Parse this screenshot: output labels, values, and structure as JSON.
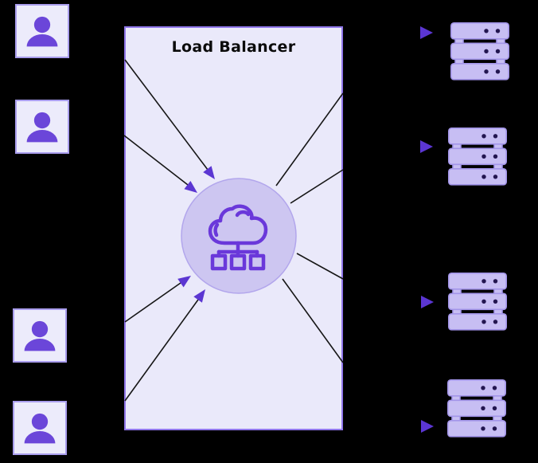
{
  "diagram": {
    "title": "Load Balancer",
    "hub": {
      "label": "Load Balancer",
      "icon": "cloud-network-icon"
    },
    "clients": [
      {
        "id": "user-1",
        "icon": "user-icon"
      },
      {
        "id": "user-2",
        "icon": "user-icon"
      },
      {
        "id": "user-3",
        "icon": "user-icon"
      },
      {
        "id": "user-4",
        "icon": "user-icon"
      }
    ],
    "servers": [
      {
        "id": "server-1",
        "icon": "server-stack-icon"
      },
      {
        "id": "server-2",
        "icon": "server-stack-icon"
      },
      {
        "id": "server-3",
        "icon": "server-stack-icon"
      },
      {
        "id": "server-4",
        "icon": "server-stack-icon"
      }
    ],
    "incoming_arrows": 4,
    "outgoing_arrows": 4
  },
  "colors": {
    "background": "#000000",
    "panel_fill": "#eae9fa",
    "panel_border": "#9077ea",
    "client_box_fill": "#ecebfb",
    "client_box_border": "#a99ded",
    "person_icon": "#6b46d9",
    "circle_fill": "#cdc6f1",
    "circle_border": "#b2a6ec",
    "cloud_stroke": "#6a38da",
    "server_fill": "#c7bef3",
    "server_border": "#a395e9",
    "server_dot": "#231650",
    "arrowhead": "#5b36d2",
    "line": "#161616"
  }
}
